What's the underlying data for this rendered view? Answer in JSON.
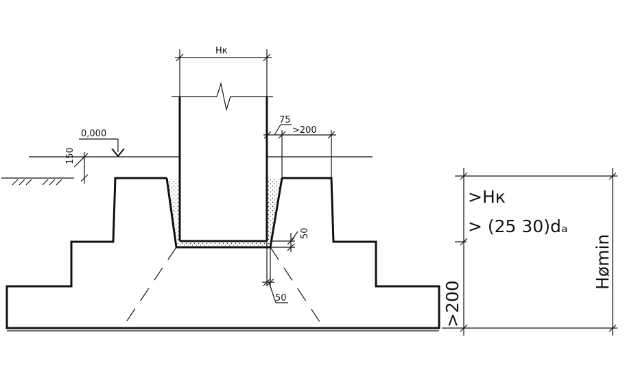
{
  "labels": {
    "column_width": "Hк",
    "level": "0,000",
    "dim_150": "150",
    "dim_75": "75",
    "dim_gt200_top": ">200",
    "dim_50_right": "50",
    "dim_50_bottom": "50",
    "side_hk": ">Hк",
    "side_ratio": "> (25  30)dₐ",
    "side_hmin": "Hømin",
    "side_gt200": ">200"
  },
  "colors": {
    "line": "#111111",
    "background": "#ffffff"
  }
}
